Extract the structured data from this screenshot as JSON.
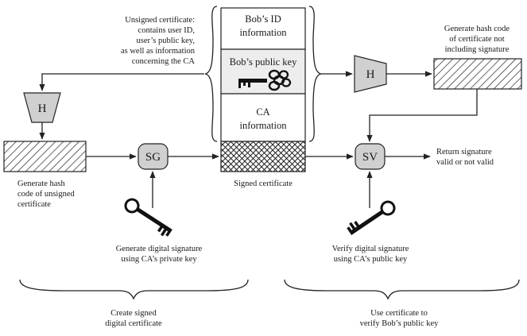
{
  "certificate": {
    "bob_id": [
      "Bob’s ID",
      "information"
    ],
    "bob_key": "Bob’s public key",
    "ca_info": [
      "CA",
      "information"
    ],
    "signed_label": "Signed certificate"
  },
  "left": {
    "unsigned_note": [
      "Unsigned certificate:",
      "contains user ID,",
      "user’s public key,",
      "as well as information",
      "concerning the CA"
    ],
    "hash_symbol": "H",
    "hash_caption": [
      "Generate hash",
      "code of unsigned",
      "certificate"
    ],
    "sign_symbol": "SG",
    "sign_caption": [
      "Generate digital signature",
      "using CA’s private key"
    ],
    "section_label": [
      "Create signed",
      "digital certificate"
    ]
  },
  "right": {
    "hash_symbol": "H",
    "hash_caption": [
      "Generate hash code",
      "of certificate not",
      "including signature"
    ],
    "verify_symbol": "SV",
    "result_caption": [
      "Return signature",
      "valid or not valid"
    ],
    "verify_caption": [
      "Verify digital signature",
      "using CA’s public key"
    ],
    "section_label": [
      "Use certificate to",
      "verify Bob’s public key"
    ]
  }
}
